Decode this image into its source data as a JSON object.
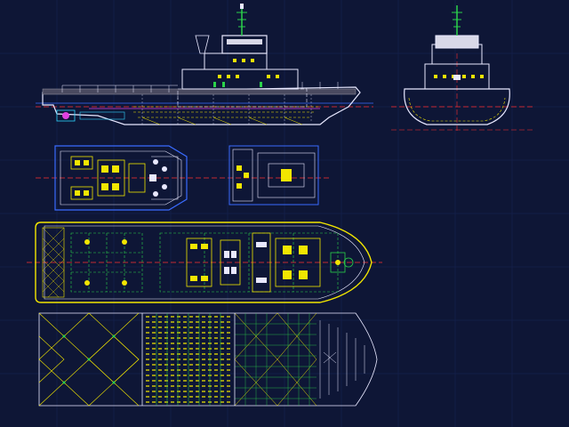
{
  "drawing": {
    "views": [
      "side-elevation",
      "front-elevation",
      "deck-plan-upper",
      "deck-plan-bridge",
      "main-deck-plan",
      "hull-structure-plan"
    ]
  },
  "colors": {
    "background": "#0e1636",
    "grid": "#1c2a5a",
    "hull": "#e8e8ff",
    "yellow": "#f2e600",
    "green": "#2bd24a",
    "blue": "#3a6bff",
    "cyan": "#2fd6ff",
    "magenta": "#e040e0",
    "red": "#ff3030",
    "white": "#ffffff",
    "grey": "#9a9aa8"
  }
}
